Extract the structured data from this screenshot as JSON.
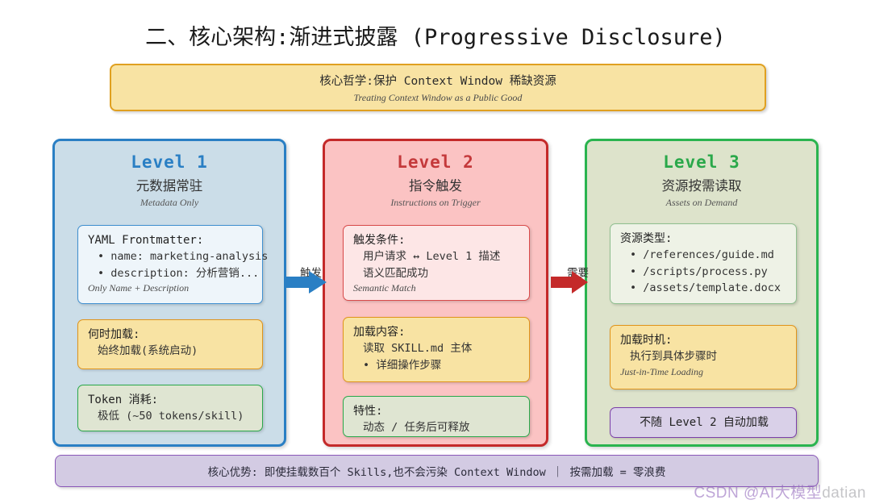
{
  "title": "二、核心架构:渐进式披露 (Progressive Disclosure)",
  "philosophy": {
    "cn": "核心哲学:保护 Context Window 稀缺资源",
    "en": "Treating Context Window as a Public Good",
    "fill": "#f8e3a3",
    "border": "#e0a020"
  },
  "arrows": [
    {
      "label": "触发",
      "color": "#2a7fc4"
    },
    {
      "label": "需要",
      "color": "#c42a2a"
    }
  ],
  "columns": [
    {
      "level": "Level 1",
      "cn": "元数据常驻",
      "en": "Metadata Only",
      "accent": "#2a7fc4",
      "fill": "#cbdde8",
      "cards": [
        {
          "style": "blue",
          "title": "YAML Frontmatter:",
          "bullets": [
            "name: marketing-analysis",
            "description: 分析营销..."
          ],
          "italic": "Only Name + Description"
        },
        {
          "style": "yellow",
          "title": "何时加载:",
          "sub": [
            "始终加载(系统启动)"
          ]
        },
        {
          "style": "green",
          "title": "Token 消耗:",
          "sub": [
            "极低 (~50 tokens/skill)"
          ]
        }
      ]
    },
    {
      "level": "Level 2",
      "cn": "指令触发",
      "en": "Instructions on Trigger",
      "accent": "#c4393b",
      "fill": "#fbc3c3",
      "cards": [
        {
          "style": "pink",
          "title": "触发条件:",
          "sub": [
            "用户请求 ↔ Level 1 描述",
            "语义匹配成功"
          ],
          "italic": "Semantic Match"
        },
        {
          "style": "yellow",
          "title": "加载内容:",
          "sub": [
            "读取 SKILL.md 主体"
          ],
          "bullets": [
            "详细操作步骤"
          ]
        },
        {
          "style": "green",
          "title": "特性:",
          "sub": [
            "动态 / 任务后可释放"
          ]
        }
      ]
    },
    {
      "level": "Level 3",
      "cn": "资源按需读取",
      "en": "Assets on Demand",
      "accent": "#2aa84a",
      "fill": "#dde3cb",
      "cards": [
        {
          "style": "greenlt",
          "title": "资源类型:",
          "bullets": [
            "/references/guide.md",
            "/scripts/process.py",
            "/assets/template.docx"
          ]
        },
        {
          "style": "yellow",
          "title": "加载时机:",
          "sub": [
            "执行到具体步骤时"
          ],
          "italic": "Just-in-Time Loading"
        },
        {
          "style": "purple",
          "center": "不随 Level 2 自动加载"
        }
      ]
    }
  ],
  "bottom": {
    "text": "核心优势: 即使挂载数百个 Skills,也不会污染 Context Window ｜ 按需加载 = 零浪费",
    "fill": "#d3cbe3",
    "border": "#8a57b8"
  },
  "watermark": {
    "prefix": "CSDN @AI大模型",
    "suffix": "datian"
  }
}
